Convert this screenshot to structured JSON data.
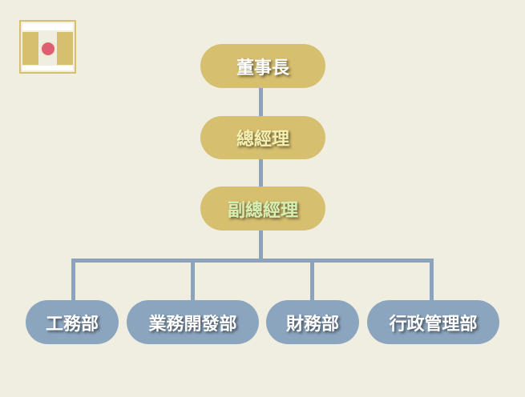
{
  "colors": {
    "background": "#efeee0",
    "gold": "#d6bf6e",
    "blue": "#8ca5bf",
    "line": "#8ba3bb",
    "logo_dot": "#de5f72"
  },
  "logo": {
    "icon": "company-logo"
  },
  "top_nodes": [
    {
      "label": "董事長",
      "text_color": "#ffffff"
    },
    {
      "label": "總經理",
      "text_color": "#f5efb0"
    },
    {
      "label": "副總經理",
      "text_color": "#d6f0b4"
    }
  ],
  "departments": [
    {
      "label": "工務部"
    },
    {
      "label": "業務開發部"
    },
    {
      "label": "財務部"
    },
    {
      "label": "行政管理部"
    }
  ]
}
